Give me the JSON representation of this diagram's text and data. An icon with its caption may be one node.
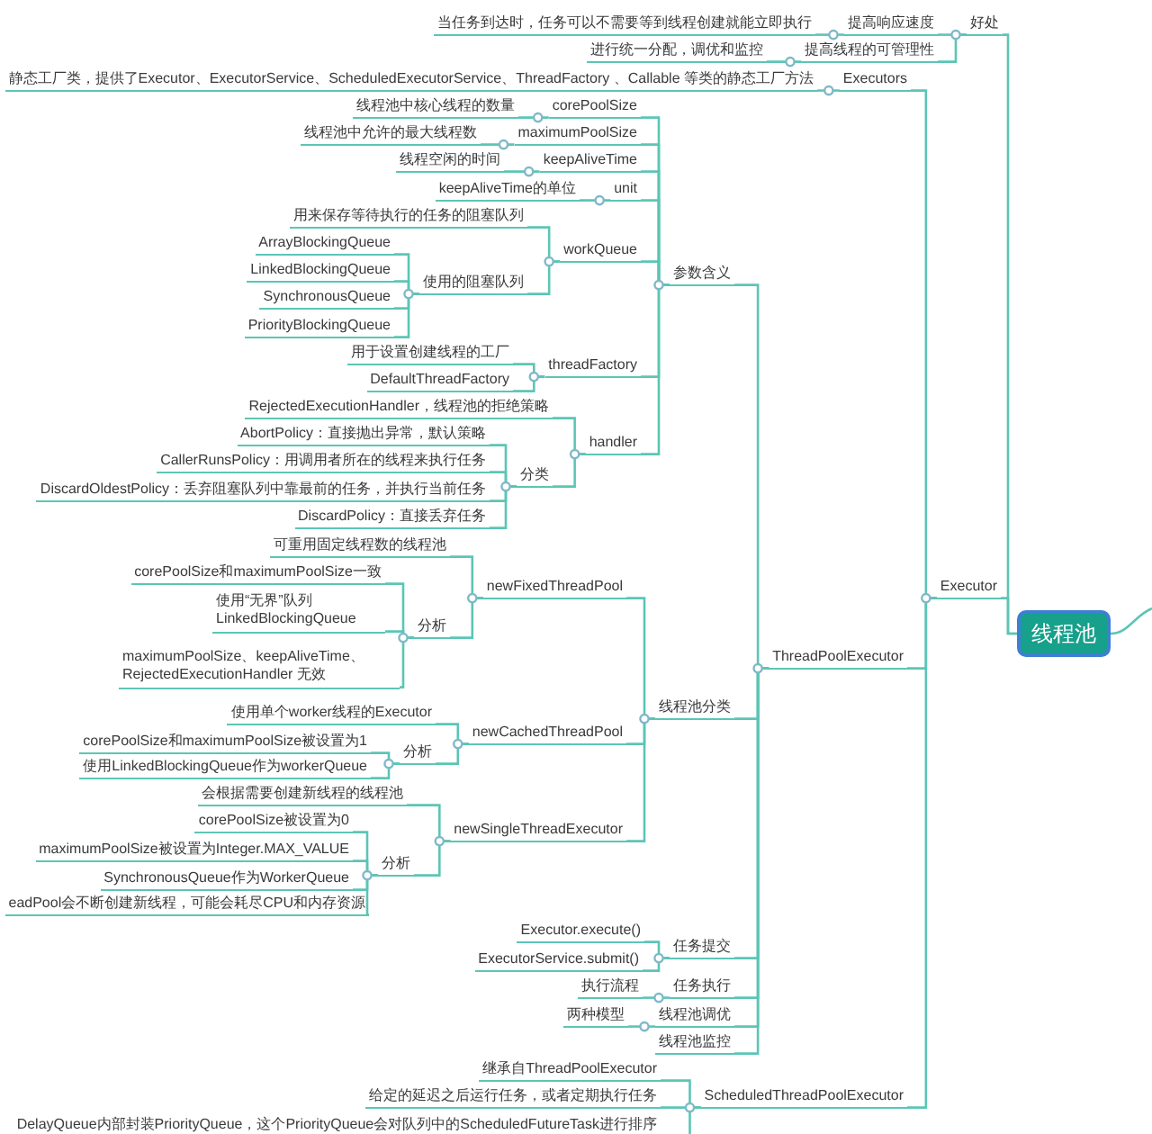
{
  "diagram": {
    "nodes": [
      {
        "text": [
          "线程池"
        ]
      },
      {
        "text": [
          "好处"
        ]
      },
      {
        "text": [
          "提高响应速度"
        ]
      },
      {
        "text": [
          "当任务到达时，任务可以不需要等到线程创建就能立即执行"
        ]
      },
      {
        "text": [
          "提高线程的可管理性"
        ]
      },
      {
        "text": [
          "进行统一分配，调优和监控"
        ]
      },
      {
        "text": [
          "Executor"
        ]
      },
      {
        "text": [
          "Executors"
        ]
      },
      {
        "text": [
          "静态工厂类，提供了Executor、ExecutorService、ScheduledExecutorService、ThreadFactory 、Callable 等类的静态工厂方法"
        ]
      },
      {
        "text": [
          "ThreadPoolExecutor"
        ]
      },
      {
        "text": [
          "参数含义"
        ]
      },
      {
        "text": [
          "corePoolSize"
        ]
      },
      {
        "text": [
          "线程池中核心线程的数量"
        ]
      },
      {
        "text": [
          "maximumPoolSize"
        ]
      },
      {
        "text": [
          "线程池中允许的最大线程数"
        ]
      },
      {
        "text": [
          "keepAliveTime"
        ]
      },
      {
        "text": [
          "线程空闲的时间"
        ]
      },
      {
        "text": [
          "unit"
        ]
      },
      {
        "text": [
          "keepAliveTime的单位"
        ]
      },
      {
        "text": [
          "workQueue"
        ]
      },
      {
        "text": [
          "用来保存等待执行的任务的阻塞队列"
        ]
      },
      {
        "text": [
          "使用的阻塞队列"
        ]
      },
      {
        "text": [
          "ArrayBlockingQueue"
        ]
      },
      {
        "text": [
          "LinkedBlockingQueue"
        ]
      },
      {
        "text": [
          "SynchronousQueue"
        ]
      },
      {
        "text": [
          "PriorityBlockingQueue"
        ]
      },
      {
        "text": [
          "threadFactory"
        ]
      },
      {
        "text": [
          "用于设置创建线程的工厂"
        ]
      },
      {
        "text": [
          "DefaultThreadFactory"
        ]
      },
      {
        "text": [
          "handler"
        ]
      },
      {
        "text": [
          "RejectedExecutionHandler，线程池的拒绝策略"
        ]
      },
      {
        "text": [
          "分类"
        ]
      },
      {
        "text": [
          "AbortPolicy：直接抛出异常，默认策略"
        ]
      },
      {
        "text": [
          "CallerRunsPolicy：用调用者所在的线程来执行任务"
        ]
      },
      {
        "text": [
          "DiscardOldestPolicy：丢弃阻塞队列中靠最前的任务，并执行当前任务"
        ]
      },
      {
        "text": [
          "DiscardPolicy：直接丢弃任务"
        ]
      },
      {
        "text": [
          "线程池分类"
        ]
      },
      {
        "text": [
          "newFixedThreadPool"
        ]
      },
      {
        "text": [
          "可重用固定线程数的线程池"
        ]
      },
      {
        "text": [
          "分析"
        ]
      },
      {
        "text": [
          "corePoolSize和maximumPoolSize一致"
        ]
      },
      {
        "text": [
          "使用“无界”队列 LinkedBlockingQueue"
        ]
      },
      {
        "text": [
          "maximumPoolSize、keepAliveTime、RejectedExecutionHandler 无效"
        ]
      },
      {
        "text": [
          "newCachedThreadPool"
        ]
      },
      {
        "text": [
          "使用单个worker线程的Executor"
        ]
      },
      {
        "text": [
          "分析"
        ]
      },
      {
        "text": [
          "corePoolSize和maximumPoolSize被设置为1"
        ]
      },
      {
        "text": [
          "使用LinkedBlockingQueue作为workerQueue"
        ]
      },
      {
        "text": [
          "newSingleThreadExecutor"
        ]
      },
      {
        "text": [
          "会根据需要创建新线程的线程池"
        ]
      },
      {
        "text": [
          "分析"
        ]
      },
      {
        "text": [
          "corePoolSize被设置为0"
        ]
      },
      {
        "text": [
          "maximumPoolSize被设置为Integer.MAX_VALUE"
        ]
      },
      {
        "text": [
          "SynchronousQueue作为WorkerQueue"
        ]
      },
      {
        "text": [
          "eadPool会不断创建新线程，可能会耗尽CPU和内存资源"
        ]
      },
      {
        "text": [
          "任务提交"
        ]
      },
      {
        "text": [
          "Executor.execute()"
        ]
      },
      {
        "text": [
          "ExecutorService.submit()"
        ]
      },
      {
        "text": [
          "任务执行"
        ]
      },
      {
        "text": [
          "执行流程"
        ]
      },
      {
        "text": [
          "线程池调优"
        ]
      },
      {
        "text": [
          "两种模型"
        ]
      },
      {
        "text": [
          "线程池监控"
        ]
      },
      {
        "text": [
          "ScheduledThreadPoolExecutor"
        ]
      },
      {
        "text": [
          "继承自ThreadPoolExecutor"
        ]
      },
      {
        "text": [
          "给定的延迟之后运行任务，或者定期执行任务"
        ]
      },
      {
        "text": [
          "DelayQueue内部封装PriorityQueue，这个PriorityQueue会对队列中的ScheduledFutureTask进行排序"
        ]
      }
    ],
    "edges": [
      {
        "from": 0,
        "to": 1,
        "arrow": "none"
      },
      {
        "from": 1,
        "to": 2,
        "arrow": "none"
      },
      {
        "from": 2,
        "to": 3,
        "arrow": "none"
      },
      {
        "from": 1,
        "to": 4,
        "arrow": "none"
      },
      {
        "from": 4,
        "to": 5,
        "arrow": "none"
      },
      {
        "from": 0,
        "to": 6,
        "arrow": "none"
      },
      {
        "from": 6,
        "to": 7,
        "arrow": "none"
      },
      {
        "from": 7,
        "to": 8,
        "arrow": "none"
      },
      {
        "from": 6,
        "to": 9,
        "arrow": "none"
      },
      {
        "from": 9,
        "to": 10,
        "arrow": "none"
      },
      {
        "from": 10,
        "to": 11,
        "arrow": "none"
      },
      {
        "from": 11,
        "to": 12,
        "arrow": "none"
      },
      {
        "from": 10,
        "to": 13,
        "arrow": "none"
      },
      {
        "from": 13,
        "to": 14,
        "arrow": "none"
      },
      {
        "from": 10,
        "to": 15,
        "arrow": "none"
      },
      {
        "from": 15,
        "to": 16,
        "arrow": "none"
      },
      {
        "from": 10,
        "to": 17,
        "arrow": "none"
      },
      {
        "from": 17,
        "to": 18,
        "arrow": "none"
      },
      {
        "from": 10,
        "to": 19,
        "arrow": "none"
      },
      {
        "from": 19,
        "to": 20,
        "arrow": "none"
      },
      {
        "from": 19,
        "to": 21,
        "arrow": "none"
      },
      {
        "from": 21,
        "to": 22,
        "arrow": "none"
      },
      {
        "from": 21,
        "to": 23,
        "arrow": "none"
      },
      {
        "from": 21,
        "to": 24,
        "arrow": "none"
      },
      {
        "from": 21,
        "to": 25,
        "arrow": "none"
      },
      {
        "from": 10,
        "to": 26,
        "arrow": "none"
      },
      {
        "from": 26,
        "to": 27,
        "arrow": "none"
      },
      {
        "from": 26,
        "to": 28,
        "arrow": "none"
      },
      {
        "from": 10,
        "to": 29,
        "arrow": "none"
      },
      {
        "from": 29,
        "to": 30,
        "arrow": "none"
      },
      {
        "from": 29,
        "to": 31,
        "arrow": "none"
      },
      {
        "from": 31,
        "to": 32,
        "arrow": "none"
      },
      {
        "from": 31,
        "to": 33,
        "arrow": "none"
      },
      {
        "from": 31,
        "to": 34,
        "arrow": "none"
      },
      {
        "from": 31,
        "to": 35,
        "arrow": "none"
      },
      {
        "from": 9,
        "to": 36,
        "arrow": "none"
      },
      {
        "from": 36,
        "to": 37,
        "arrow": "none"
      },
      {
        "from": 37,
        "to": 38,
        "arrow": "none"
      },
      {
        "from": 37,
        "to": 39,
        "arrow": "none"
      },
      {
        "from": 39,
        "to": 40,
        "arrow": "none"
      },
      {
        "from": 39,
        "to": 41,
        "arrow": "none"
      },
      {
        "from": 39,
        "to": 42,
        "arrow": "none"
      },
      {
        "from": 36,
        "to": 43,
        "arrow": "none"
      },
      {
        "from": 43,
        "to": 44,
        "arrow": "none"
      },
      {
        "from": 43,
        "to": 45,
        "arrow": "none"
      },
      {
        "from": 45,
        "to": 46,
        "arrow": "none"
      },
      {
        "from": 45,
        "to": 47,
        "arrow": "none"
      },
      {
        "from": 36,
        "to": 48,
        "arrow": "none"
      },
      {
        "from": 48,
        "to": 49,
        "arrow": "none"
      },
      {
        "from": 48,
        "to": 50,
        "arrow": "none"
      },
      {
        "from": 50,
        "to": 51,
        "arrow": "none"
      },
      {
        "from": 50,
        "to": 52,
        "arrow": "none"
      },
      {
        "from": 50,
        "to": 53,
        "arrow": "none"
      },
      {
        "from": 50,
        "to": 54,
        "arrow": "none"
      },
      {
        "from": 9,
        "to": 55,
        "arrow": "none"
      },
      {
        "from": 55,
        "to": 56,
        "arrow": "none"
      },
      {
        "from": 55,
        "to": 57,
        "arrow": "none"
      },
      {
        "from": 9,
        "to": 58,
        "arrow": "none"
      },
      {
        "from": 58,
        "to": 59,
        "arrow": "none"
      },
      {
        "from": 9,
        "to": 60,
        "arrow": "none"
      },
      {
        "from": 60,
        "to": 61,
        "arrow": "none"
      },
      {
        "from": 9,
        "to": 62,
        "arrow": "none"
      },
      {
        "from": 6,
        "to": 63,
        "arrow": "none"
      },
      {
        "from": 63,
        "to": 64,
        "arrow": "none"
      },
      {
        "from": 63,
        "to": 65,
        "arrow": "none"
      },
      {
        "from": 63,
        "to": 66,
        "arrow": "none"
      },
      {
        "from": 0,
        "to": null,
        "arrow": "none"
      }
    ]
  }
}
